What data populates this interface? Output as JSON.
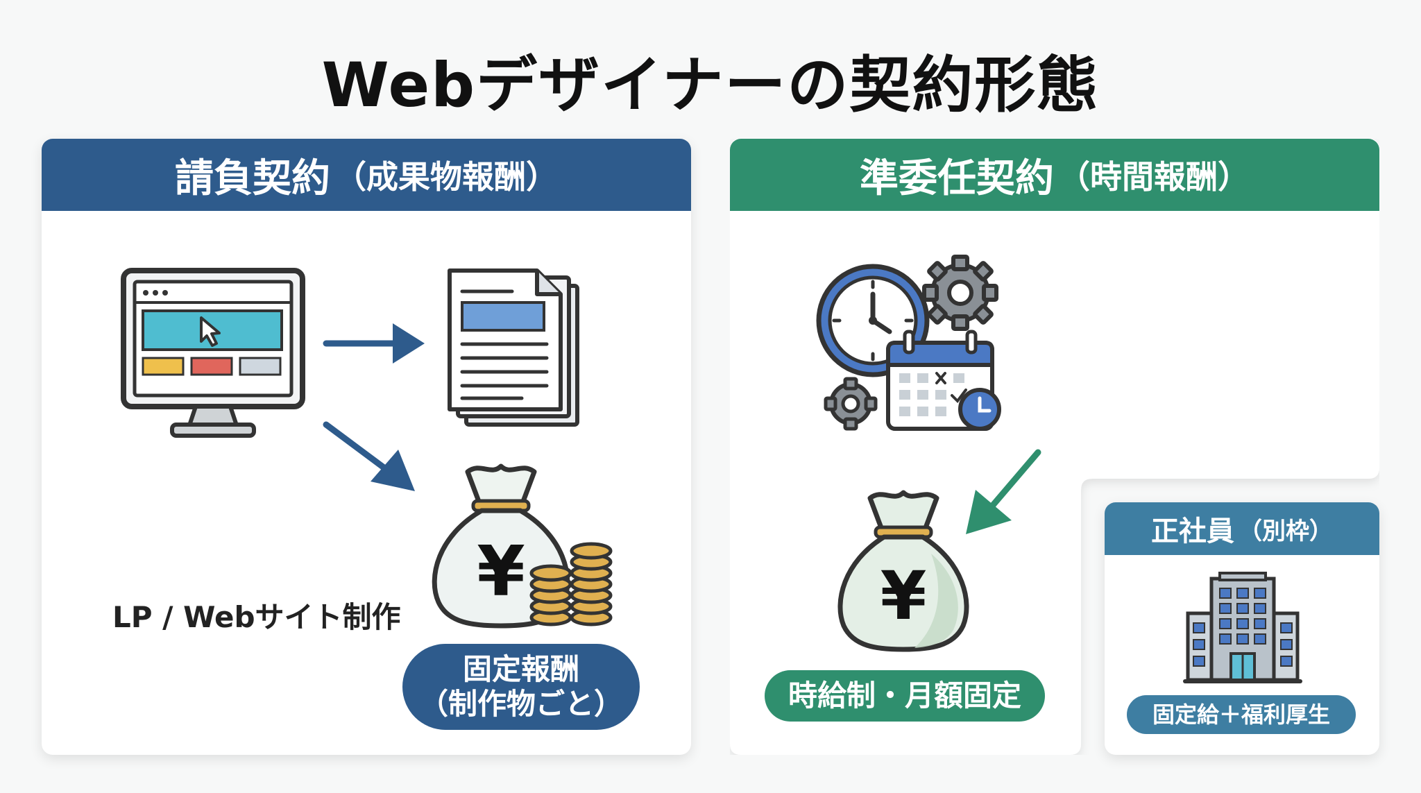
{
  "title": "Webデザイナーの契約形態",
  "left_panel": {
    "header_main": "請負契約",
    "header_sub": "（成果物報酬）",
    "caption": "LP / Webサイト制作",
    "pill_line1": "固定報酬",
    "pill_line2": "（制作物ごと）",
    "icons": [
      "monitor-icon",
      "arrow-right-icon",
      "document-stack-icon",
      "arrow-down-right-icon",
      "money-bag-yen-icon",
      "coin-stack-icon"
    ]
  },
  "right_panel": {
    "header_main": "準委任契約",
    "header_sub": "（時間報酬）",
    "pill": "時給制・月額固定",
    "icons": [
      "clock-icon",
      "gear-icon",
      "calendar-icon",
      "arrow-down-left-icon",
      "money-bag-yen-icon"
    ]
  },
  "small_panel": {
    "header_main": "正社員",
    "header_sub": "（別枠）",
    "pill": "固定給＋福利厚生",
    "icons": [
      "office-building-icon"
    ]
  },
  "colors": {
    "blue": "#2e5b8c",
    "green": "#2f8f6e",
    "teal": "#3e7ea2",
    "gold": "#e0b050"
  }
}
